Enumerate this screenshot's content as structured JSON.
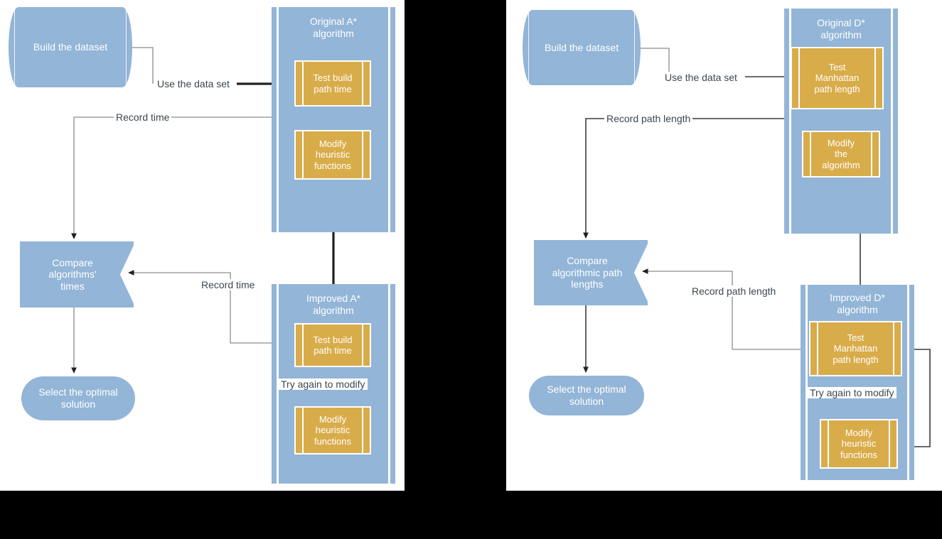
{
  "figure": {
    "type": "flowchart",
    "panels": [
      "left",
      "right"
    ],
    "palette": {
      "blue": "#93b5d7",
      "gold": "#d9ac4a",
      "white": "#ffffff",
      "connector_grey": "#8c8c8c",
      "connector_dark": "#3a3a3a",
      "label_text": "#3c4650",
      "background_band": "#000000"
    }
  },
  "left_panel": {
    "name": "A-star experiment flow",
    "dataset": {
      "label": "Build the dataset"
    },
    "original_lane": {
      "title": "Original A*\nalgorithm",
      "steps": [
        {
          "label": "Test build\npath time"
        },
        {
          "label": "Modify\nheuristic\nfunctions"
        }
      ]
    },
    "improved_lane": {
      "title": "Improved A*\nalgorithm",
      "steps": [
        {
          "label": "Test build\npath time"
        },
        {
          "label": "Modify\nheuristic\nfunctions"
        }
      ],
      "loop_label": "Try again to modify"
    },
    "compare": {
      "label": "Compare\nalgorithms'\ntimes"
    },
    "select": {
      "label": "Select the optimal\nsolution"
    },
    "connectors": [
      {
        "id": "use-data-set",
        "label": "Use the data set"
      },
      {
        "id": "record-time-original",
        "label": "Record time"
      },
      {
        "id": "record-time-improved",
        "label": "Record time"
      }
    ]
  },
  "right_panel": {
    "name": "D-star experiment flow",
    "dataset": {
      "label": "Build the dataset"
    },
    "original_lane": {
      "title": "Original D*\nalgorithm",
      "steps": [
        {
          "label": "Test\nManhattan\npath length"
        },
        {
          "label": "Modify\nthe\nalgorithm"
        }
      ]
    },
    "improved_lane": {
      "title": "Improved D*\nalgorithm",
      "steps": [
        {
          "label": "Test\nManhattan\npath length"
        },
        {
          "label": "Modify\nheuristic\nfunctions"
        }
      ],
      "loop_label": "Try again to modify"
    },
    "compare": {
      "label": "Compare\nalgorithmic path\nlengths"
    },
    "select": {
      "label": "Select the optimal\nsolution"
    },
    "connectors": [
      {
        "id": "use-data-set",
        "label": "Use the data set"
      },
      {
        "id": "record-path-length-original",
        "label": "Record path length"
      },
      {
        "id": "record-path-length-improved",
        "label": "Record path length"
      }
    ]
  }
}
